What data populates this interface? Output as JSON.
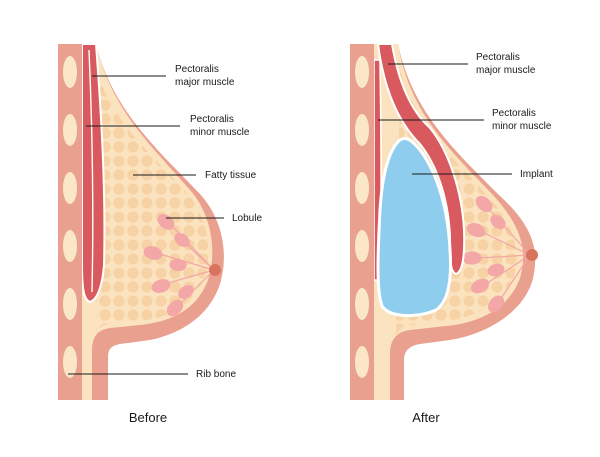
{
  "colors": {
    "background": "#ffffff",
    "skin": "#e9a08e",
    "fat": "#fbe3bf",
    "fat_dots": "#f6d2a4",
    "muscle": "#d95a5e",
    "muscle_outline": "#ffffff",
    "rib": "#fce6c8",
    "implant": "#8fcdef",
    "implant_outline": "#ffffff",
    "lobule": "#f3a7a7",
    "nipple": "#d8745d",
    "label_text": "#1a1a1a"
  },
  "panels": [
    {
      "caption": "Before",
      "labels": [
        {
          "line1": "Pectoralis",
          "line2": "major muscle"
        },
        {
          "line1": "Pectoralis",
          "line2": "minor muscle"
        },
        {
          "line1": "Fatty tissue",
          "line2": ""
        },
        {
          "line1": "Lobule",
          "line2": ""
        },
        {
          "line1": "Rib bone",
          "line2": ""
        }
      ]
    },
    {
      "caption": "After",
      "labels": [
        {
          "line1": "Pectoralis",
          "line2": "major muscle"
        },
        {
          "line1": "Pectoralis",
          "line2": "minor muscle"
        },
        {
          "line1": "Implant",
          "line2": ""
        }
      ]
    }
  ]
}
